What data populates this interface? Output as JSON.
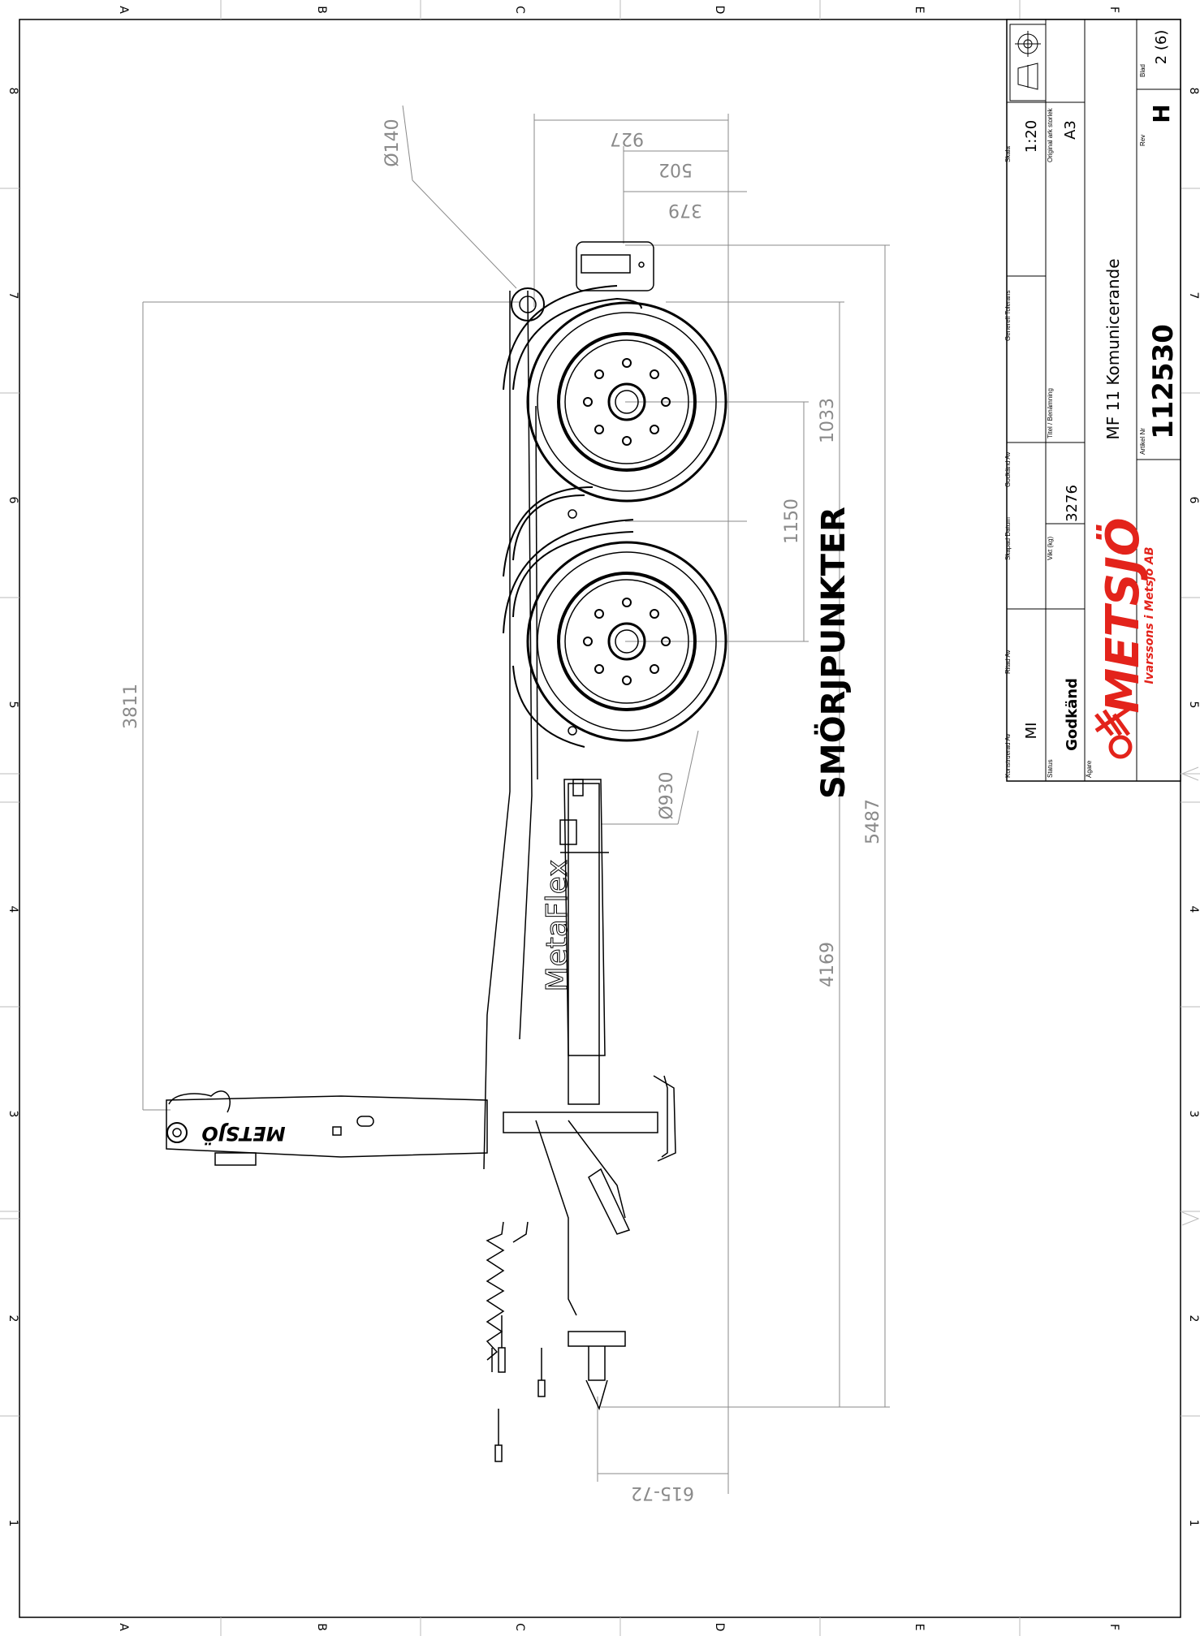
{
  "zones": {
    "letters": [
      "A",
      "B",
      "C",
      "D",
      "E",
      "F"
    ],
    "numbers": [
      "8",
      "7",
      "6",
      "5",
      "4",
      "3",
      "2",
      "1"
    ]
  },
  "dimensions": {
    "d140": "Ø140",
    "d927": "927",
    "d502": "502",
    "d379": "379",
    "d3811": "3811",
    "d1033": "1033",
    "d1150": "1150",
    "d930": "Ø930",
    "d5487": "5487",
    "d4169": "4169",
    "d615": "615-72"
  },
  "drawing": {
    "heading": "SMÖRJPUNKTER",
    "brand_on_frame": "MetaFlex",
    "brand_on_drawbar": "METSJÖ"
  },
  "title_block": {
    "labels": {
      "skala": "Skala",
      "tolerans": "Generell Tolerans",
      "godkand_av": "Godkänd Av",
      "skapad": "Skapad Datum",
      "ritad": "Ritad Av",
      "konstruerad": "Konstruerad Av",
      "original": "Original ark storlek",
      "titel": "Titel / Benämning",
      "vikt": "Vikt (kg)",
      "status": "Status",
      "agare": "Ägare",
      "rev": "Rev",
      "blad": "Blad",
      "artikel": "Artikel Nr"
    },
    "values": {
      "skala": "1:20",
      "original": "A3",
      "konstruerad": "MI",
      "status": "Godkänd",
      "vikt": "3276",
      "titel": "MF 11 Komunicerande",
      "rev": "H",
      "blad": "2 (6)",
      "artikel": "112530"
    },
    "logo": {
      "name": "METSJÖ",
      "tagline": "Ivarssons i Metsjö AB",
      "color": "#e3231b"
    }
  }
}
